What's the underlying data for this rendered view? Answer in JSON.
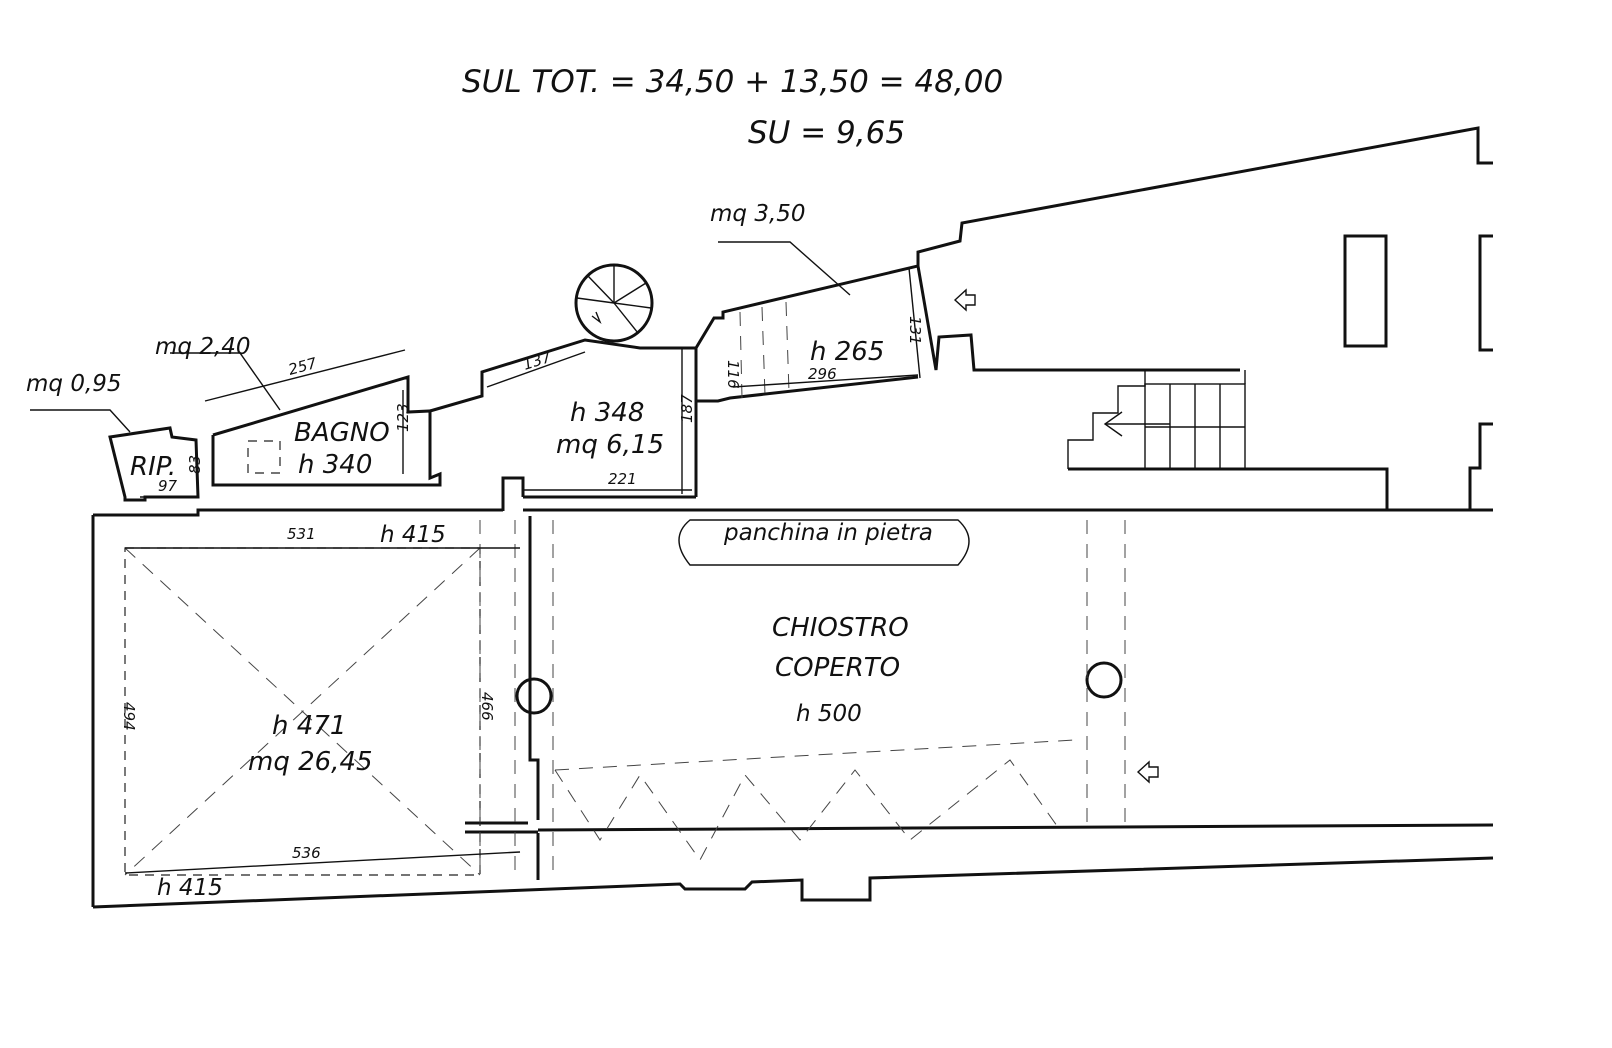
{
  "header": {
    "sul_total": "SUL TOT. = 34,50 + 13,50 = 48,00",
    "su": "SU = 9,65"
  },
  "rooms": {
    "rip": {
      "name": "RIP.",
      "area": "mq 0,95",
      "width_dim": "97",
      "depth_dim": "83"
    },
    "bagno": {
      "name": "BAGNO",
      "height": "h 340",
      "area": "mq 2,40",
      "length_dim": "257",
      "depth_dim": "123",
      "base_dim": "531"
    },
    "corridor": {
      "height": "h 348",
      "area": "mq 6,15",
      "top_dim": "137",
      "side_dim": "187",
      "bottom_dim": "221"
    },
    "stair_room": {
      "height": "h 265",
      "area": "mq 3,50",
      "width_dim": "296",
      "left_dim": "116",
      "right_dim": "131"
    },
    "main_room": {
      "height": "h 471",
      "area": "mq 26,45",
      "top_height": "h 415",
      "bottom_height": "h 415",
      "left_dim": "494",
      "right_dim": "466",
      "bottom_dim": "536"
    },
    "cloister": {
      "name_line1": "CHIOSTRO",
      "name_line2": "COPERTO",
      "height": "h 500",
      "bench": "panchina in pietra"
    }
  }
}
